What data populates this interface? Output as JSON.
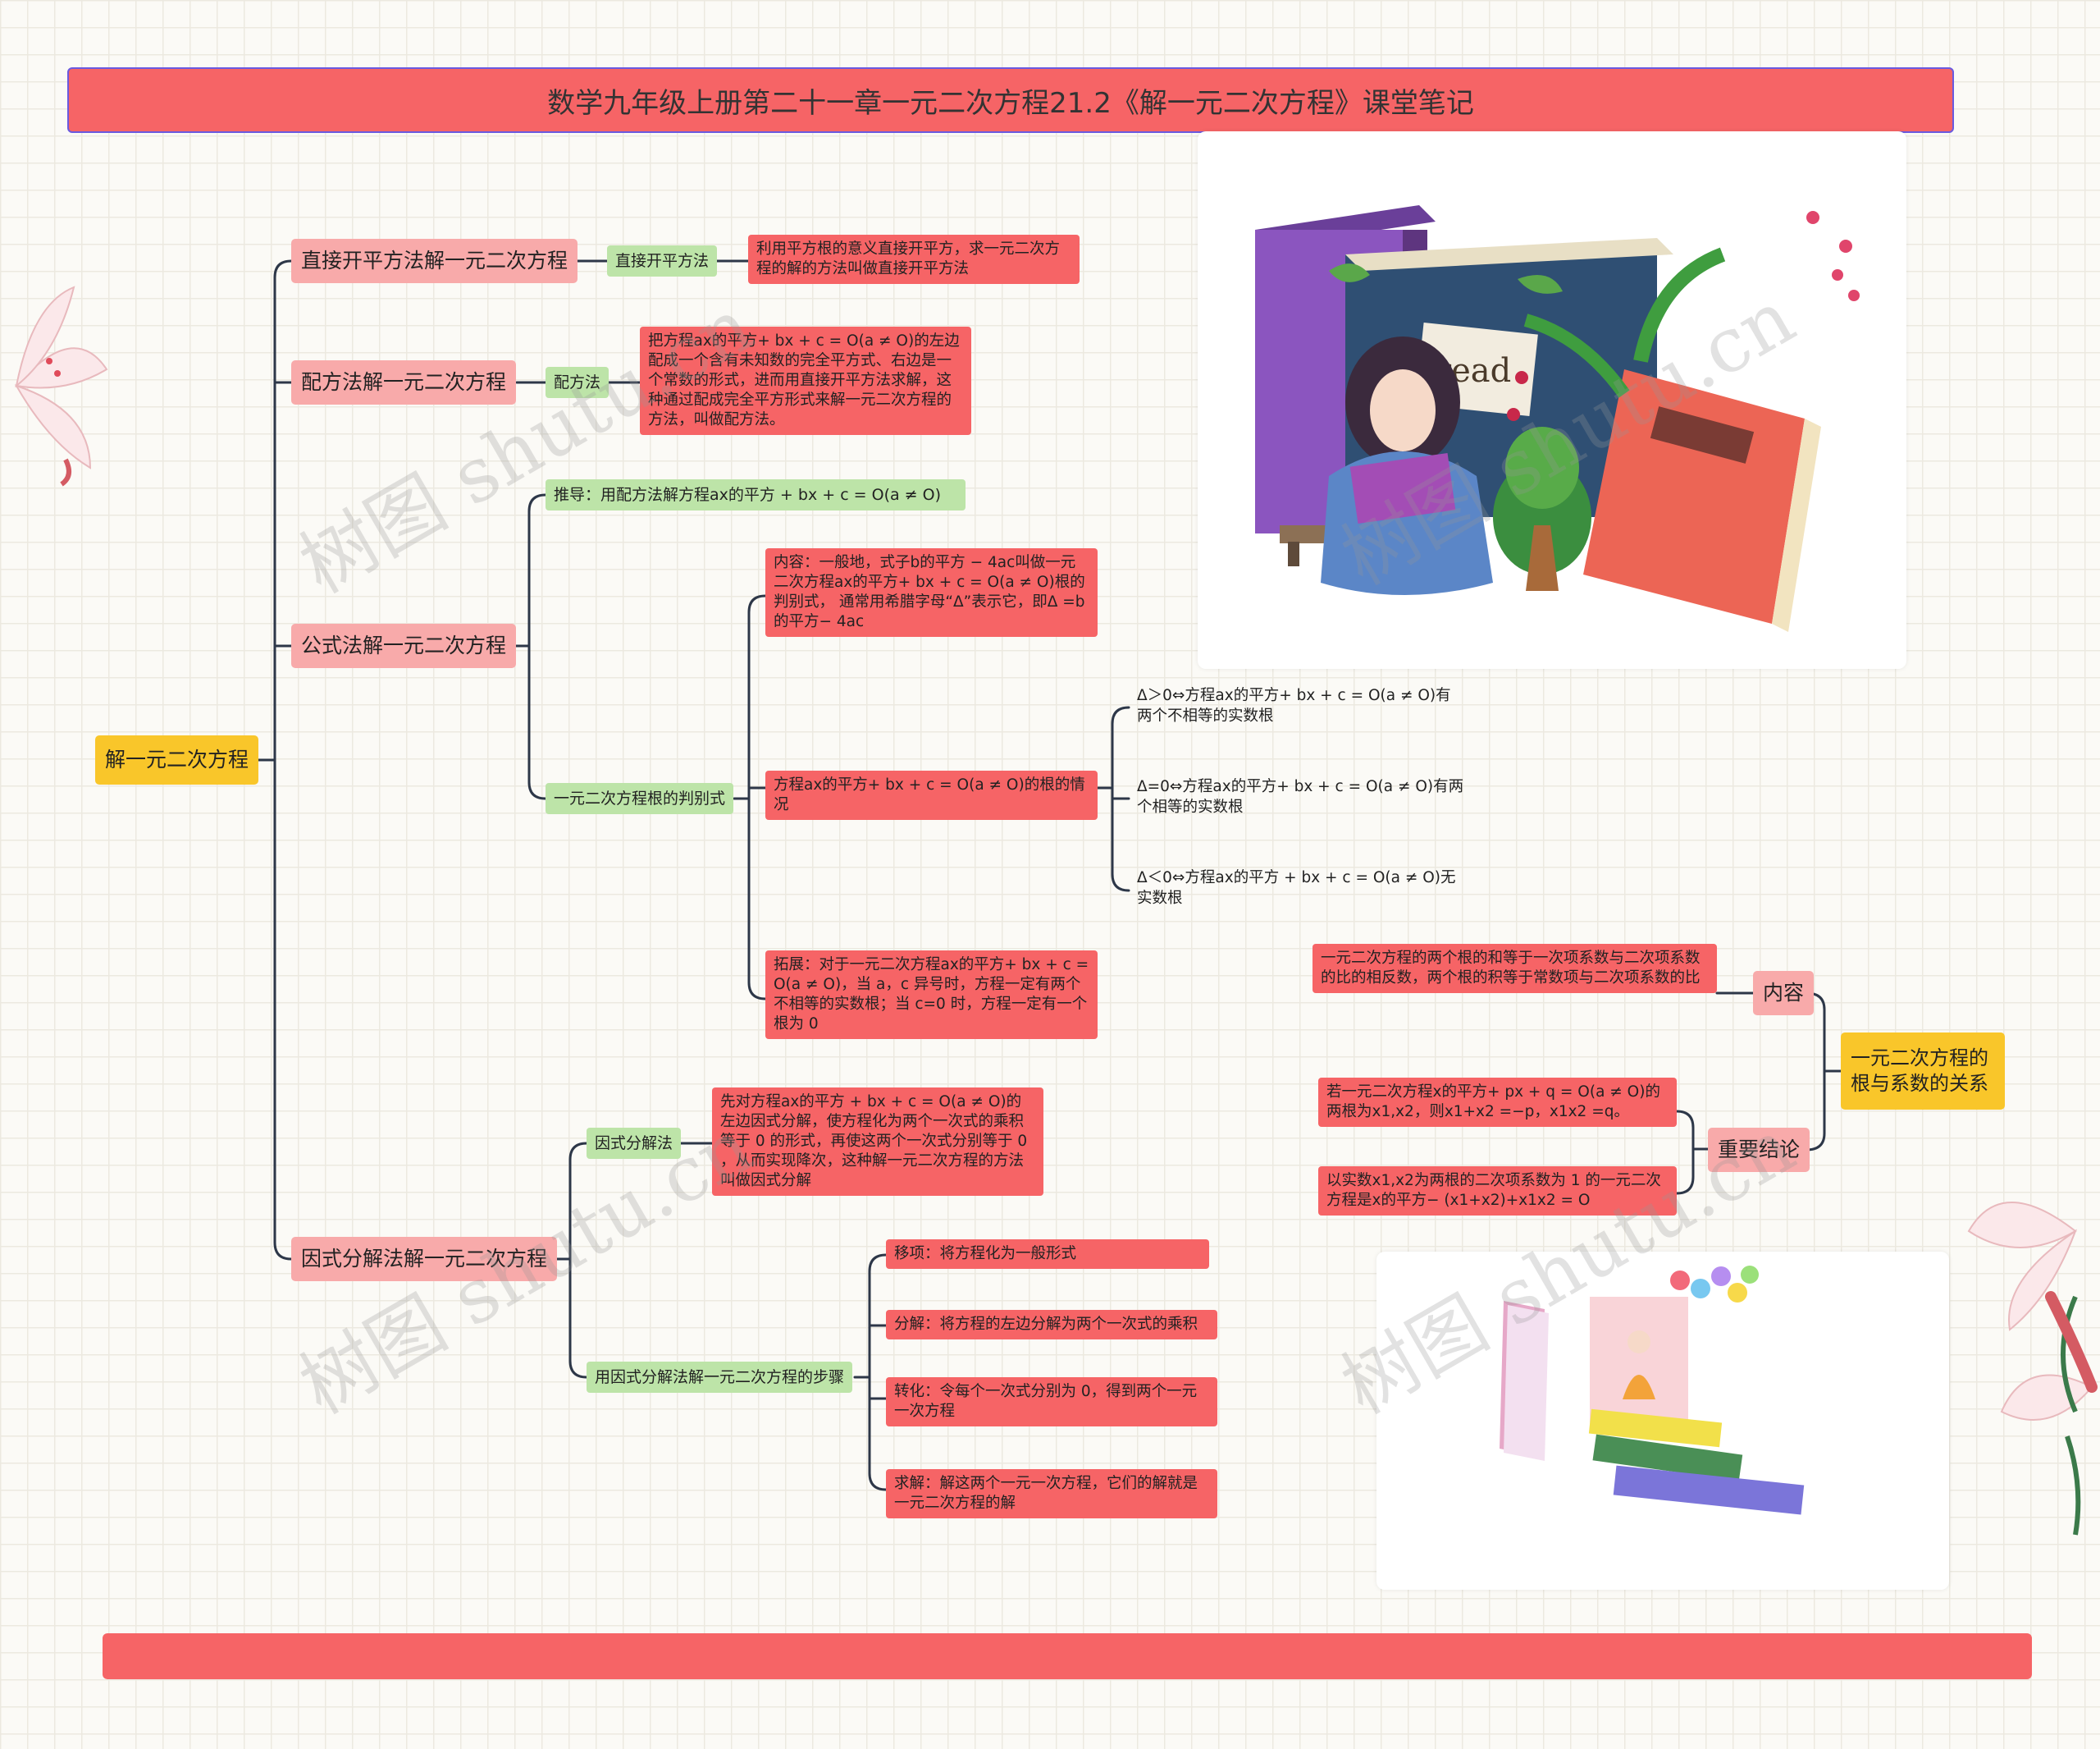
{
  "title": "数学九年级上册第二十一章一元二次方程21.2《解一元二次方程》课堂笔记",
  "root": "解一元二次方程",
  "branches": {
    "direct": {
      "label": "直接开平方法解一元二次方程",
      "sub": "直接开平方法",
      "desc": "利用平方根的意义直接开平方，求一元二次方程的解的方法叫做直接开平方法"
    },
    "complete": {
      "label": "配方法解一元二次方程",
      "sub": "配方法",
      "desc": "把方程ax的平方+ bx + c = O(a ≠ O)的左边配成一个含有未知数的完全平方式、右边是一个常数的形式，进而用直接开平方法求解，这种通过配成完全平方形式来解一元二次方程的方法，叫做配方法。"
    },
    "formula": {
      "label": "公式法解一元二次方程",
      "derive": "推导：用配方法解方程ax的平方 + bx + c = O(a ≠ O)",
      "disc_label": "一元二次方程根的判别式",
      "content": "内容：一般地，式子b的平方 − 4ac叫做一元二次方程ax的平方+ bx + c = O(a ≠ O)根的判别式， 通常用希腊字母“Δ”表示它，即Δ =b的平方− 4ac",
      "roots": "方程ax的平方+ bx + c = O(a ≠ O)的根的情况",
      "case1": "Δ＞0⇔方程ax的平方+ bx + c = O(a ≠ O)有两个不相等的实数根",
      "case2": "Δ=0⇔方程ax的平方+ bx + c = O(a ≠ O)有两个相等的实数根",
      "case3": "Δ＜0⇔方程ax的平方 + bx + c = O(a ≠ O)无实数根",
      "extend": "拓展：对于一元二次方程ax的平方+ bx + c = O(a ≠ O)，当 a，c 异号时，方程一定有两个不相等的实数根；当 c=0 时，方程一定有一个根为 0"
    },
    "factor": {
      "label": "因式分解法解一元二次方程",
      "sub1": "因式分解法",
      "desc1": "先对方程ax的平方 + bx + c = O(a ≠ O)的左边因式分解，使方程化为两个一次式的乘积等于 0 的形式，再使这两个一次式分别等于 0 ，从而实现降次，这种解一元二次方程的方法叫做因式分解",
      "sub2": "用因式分解法解一元二次方程的步骤",
      "step1": "移项：将方程化为一般形式",
      "step2": "分解：将方程的左边分解为两个一次式的乘积",
      "step3": "转化：令每个一次式分别为 0，得到两个一元一次方程",
      "step4": "求解：解这两个一元一次方程，它们的解就是一元二次方程的解"
    }
  },
  "right": {
    "root": "一元二次方程的根与系数的关系",
    "content_label": "内容",
    "content": "一元二次方程的两个根的和等于一次项系数与二次项系数的比的相反数，两个根的积等于常数项与二次项系数的比",
    "conclusion_label": "重要结论",
    "c1": "若一元二次方程x的平方+ px + q = O(a ≠ O)的两根为x1,x2，则x1+x2 =−p，x1x2 =q。",
    "c2": "以实数x1,x2为两根的二次项系数为 1 的一元二次方程是x的平方− (x1+x2)+x1x2 = O"
  },
  "illustration_text": "read",
  "colors": {
    "red": "#f66466",
    "pink": "#f8aaaa",
    "green": "#bde4a8",
    "yellow": "#f9c62a",
    "line": "#2d3748"
  }
}
